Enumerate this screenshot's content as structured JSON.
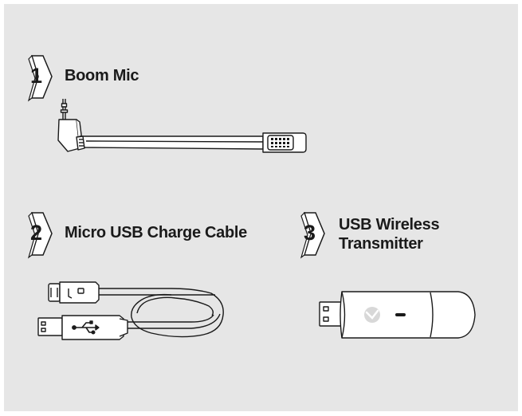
{
  "items": [
    {
      "number": "1",
      "label": "Boom Mic"
    },
    {
      "number": "2",
      "label": "Micro USB Charge Cable"
    },
    {
      "number": "3",
      "label_line1": "USB Wireless",
      "label_line2": "Transmitter"
    }
  ],
  "colors": {
    "background": "#e6e6e6",
    "ink": "#1a1a1a",
    "device": "#ffffff"
  }
}
